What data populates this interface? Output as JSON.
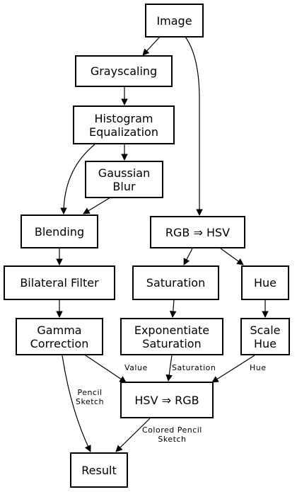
{
  "nodes": {
    "image": "Image",
    "grayscaling": "Grayscaling",
    "histogram": "Histogram\nEqualization",
    "gaussian": "Gaussian\nBlur",
    "blending": "Blending",
    "rgb_hsv": "RGB ⇒ HSV",
    "bilateral": "Bilateral Filter",
    "saturation": "Saturation",
    "hue": "Hue",
    "gamma": "Gamma\nCorrection",
    "exp_sat": "Exponentiate\nSaturation",
    "scale_hue": "Scale\nHue",
    "hsv_rgb": "HSV ⇒ RGB",
    "result": "Result"
  },
  "edge_labels": {
    "value": "Value",
    "saturation": "Saturation",
    "hue": "Hue",
    "pencil_sketch": "Pencil\nSketch",
    "colored_pencil_sketch": "Colored Pencil\nSketch"
  }
}
